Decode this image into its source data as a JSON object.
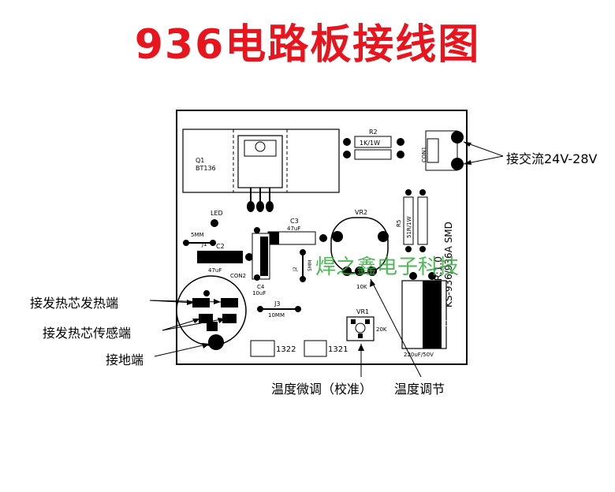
{
  "title": "936电路板接线图",
  "callouts": {
    "ac_input": "接交流24V-28V",
    "heater_hot": "接发热芯发热端",
    "heater_sensor": "接发热芯传感端",
    "ground": "接地端",
    "fine_tune": "温度微调（校准）",
    "temp_adjust": "温度调节"
  },
  "watermark": "焊之鑫电子科技",
  "silkscreen": {
    "q1": "Q1",
    "bt136": "BT136",
    "r2": "R2",
    "r2_value": "1K/1W",
    "con1": "CON1",
    "led": "LED",
    "five_mm": "5MM",
    "j1": "J1",
    "c2": "C2",
    "c2_value": "47uF",
    "con2": "CON2",
    "c3": "C3",
    "c3_value": "47uF",
    "c4": "C4",
    "c4_value": "10uF",
    "j2": "J2",
    "j2_len": "5MM",
    "vr2": "VR2",
    "vr2_value": "10K",
    "r5": "R5",
    "r5_value": "51R/1W",
    "board_id": "KS-936/936A SMD",
    "version": "VER:1.0",
    "c1": "C1",
    "c1_value": "220uF/50V",
    "j3": "J3",
    "j3_len": "10MM",
    "vr1": "VR1",
    "vr1_value": "20K",
    "ic1": "1322",
    "ic2": "1321"
  }
}
